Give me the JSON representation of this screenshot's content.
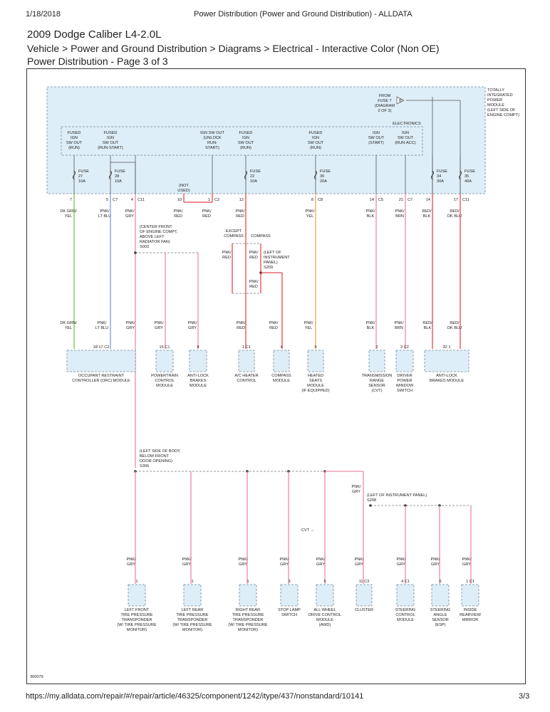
{
  "header": {
    "date": "1/18/2018",
    "title": "Power Distribution (Power and Ground Distribution) - ALLDATA"
  },
  "page": {
    "vehicle": "2009 Dodge Caliber L4-2.0L",
    "breadcrumb": "Vehicle > Power and Ground Distribution > Diagrams > Electrical - Interactive Color (Non OE)",
    "subtitle": "Power Distribution - Page 3 of 3"
  },
  "footer": {
    "url": "https://my.alldata.com/repair/#/repair/article/46325/component/1242/itype/437/nonstandard/10141",
    "page": "3/3"
  },
  "diagram": {
    "figure_id": "300079",
    "tipm_label": [
      "TOTALLY",
      "INTEGRATED",
      "POWER",
      "MODULE",
      "(LEFT SIDE OF",
      "ENGINE COMPT)"
    ],
    "from_fuse": [
      "FROM",
      "FUSE 7",
      "(DIAGRAM",
      "2 OF 3)"
    ],
    "from_fuse_arrow": "B",
    "electronics": "ELECTRONICS",
    "internal_labels": [
      [
        "FUSED",
        "IGN",
        "SW OUT",
        "(RUN)"
      ],
      [
        "FUSED",
        "IGN",
        "SW OUT",
        "(RUN-START)"
      ],
      [
        "IGN SW OUT",
        "(UNLOCK",
        "RUN-",
        "START)"
      ],
      [
        "FUSED",
        "IGN",
        "SW OUT",
        "(RUN)"
      ],
      [
        "FUSED",
        "IGN",
        "SW OUT",
        "(RUN)"
      ],
      [
        "IGN",
        "SW OUT",
        "(START)"
      ],
      [
        "IGN",
        "SW OUT",
        "(RUN-ACC)"
      ]
    ],
    "fuses": [
      [
        "FUSE",
        "27",
        "10A"
      ],
      [
        "FUSE",
        "28",
        "10A"
      ],
      [
        "FUSE",
        "22",
        "10A"
      ],
      [
        "FUSE",
        "30",
        "20A"
      ],
      [
        "FUSE",
        "34",
        "30A"
      ],
      [
        "FUSE",
        "35",
        "40A"
      ]
    ],
    "not_used": [
      "(NOT",
      "USED)"
    ],
    "pins": [
      {
        "pin": "7",
        "conn": ""
      },
      {
        "pin": "5",
        "conn": "C7"
      },
      {
        "pin": "4",
        "conn": "C11"
      },
      {
        "pin": "10",
        "conn": ""
      },
      {
        "pin": "1",
        "conn": "C2"
      },
      {
        "pin": "12",
        "conn": ""
      },
      {
        "pin": "8",
        "conn": "C8"
      },
      {
        "pin": "14",
        "conn": "C5"
      },
      {
        "pin": "21",
        "conn": "C7"
      },
      {
        "pin": "14",
        "conn": ""
      },
      {
        "pin": "17",
        "conn": "C11"
      }
    ],
    "wire_labels_top": [
      [
        "DK GRN/",
        "YEL"
      ],
      [
        "PNK/",
        "LT BLU"
      ],
      [
        "PNK/",
        "GRY"
      ],
      [
        "PNK/",
        "RED"
      ],
      [
        "PNK/",
        "RED"
      ],
      [
        "PNK/",
        "RED"
      ],
      [
        "PNK/",
        "YEL"
      ],
      [
        "PNK/",
        "BLK"
      ],
      [
        "PNK/",
        "BRN"
      ],
      [
        "RED/",
        "BLK"
      ],
      [
        "RED/",
        "DK BLU"
      ]
    ],
    "splice_s003": [
      "(CENTER FRONT",
      "OF ENGINE COMPT,",
      "ABOVE LEFT",
      "RADIATOR FAN)",
      "S003"
    ],
    "except_compass": [
      "EXCEPT",
      "COMPASS"
    ],
    "compass": "COMPASS",
    "wire_pnk_red": [
      "PNK/",
      "RED"
    ],
    "splice_s209": [
      "(LEFT OF",
      "INSTRUMENT",
      "PANEL)",
      "S209"
    ],
    "wire_labels_mid": [
      [
        "DK GRN/",
        "YEL"
      ],
      [
        "PNK/",
        "LT BLU"
      ],
      [
        "PNK/",
        "GRY"
      ],
      [
        "PNK/",
        "GRY"
      ],
      [
        "PNK/",
        "GRY"
      ],
      [
        "PNK/",
        "RED"
      ],
      [
        "PNK/",
        "RED"
      ],
      [
        "PNK/",
        "YEL"
      ],
      [
        "PNK/",
        "BLK"
      ],
      [
        "PNK/",
        "BRN"
      ],
      [
        "RED/",
        "BLK"
      ],
      [
        "RED/",
        "DK BLU"
      ]
    ],
    "row1_modules": [
      {
        "pins": "18   17  C2",
        "name": [
          "OCCUPANT RESTRAINT",
          "CONTROLLER (ORC) MODULE"
        ]
      },
      {
        "pins": "15  C1",
        "name": [
          "POWERTRAIN",
          "CONTROL",
          "MODULE"
        ]
      },
      {
        "pins": "8",
        "name": [
          "ANTI-LOCK",
          "BRAKES",
          "MODULE"
        ]
      },
      {
        "pins": "1  C1",
        "name": [
          "A/C HEATER",
          "CONTROL"
        ]
      },
      {
        "pins": "4",
        "name": [
          "COMPASS",
          "MODULE"
        ]
      },
      {
        "pins": "5",
        "name": [
          "HEATED",
          "SEATS",
          "MODULE",
          "(IF EQUIPPED)"
        ]
      },
      {
        "pins": "2",
        "name": [
          "TRANSMISSION",
          "RANGE",
          "SENSOR",
          "(CVT)"
        ]
      },
      {
        "pins": "2  C2",
        "name": [
          "DRIVER",
          "POWER",
          "WINDOW",
          "SWITCH"
        ]
      },
      {
        "pins": "32        1",
        "name": [
          "ANTI-LOCK",
          "BRAKES MODULE"
        ]
      }
    ],
    "splice_s306": [
      "(LEFT SIDE OF BODY,",
      "BELOW FRONT",
      "DOOR OPENING)",
      "S306"
    ],
    "wire_pnk_gry": [
      "PNK/",
      "GRY"
    ],
    "splice_s208": [
      "(LEFT OF INSTRUMENT PANEL)",
      "S208"
    ],
    "cvt": "CVT",
    "row2_modules": [
      {
        "pins": "1",
        "name": [
          "LEFT FRONT",
          "TIRE PRESSURE",
          "TRANSPONDER",
          "(W/ TIRE PRESSURE",
          "MONITOR)"
        ]
      },
      {
        "pins": "1",
        "name": [
          "LEFT REAR",
          "TIRE PRESSURE",
          "TRANSPONDER",
          "(W/ TIRE PRESSURE",
          "MONITOR)"
        ]
      },
      {
        "pins": "1",
        "name": [
          "RIGHT REAR",
          "TIRE PRESSURE",
          "TRANSPONDER",
          "(W/ TIRE PRESSURE",
          "MONITOR)"
        ]
      },
      {
        "pins": "3",
        "name": [
          "STOP LAMP",
          "SWITCH"
        ]
      },
      {
        "pins": "5",
        "name": [
          "ALL WHEEL",
          "DRIVE CONTROL",
          "MODULE",
          "(AWD)"
        ]
      },
      {
        "pins": "11  C3",
        "name": [
          "CLUSTER"
        ]
      },
      {
        "pins": "4  C1",
        "name": [
          "STEERING",
          "CONTROL",
          "MODULE"
        ]
      },
      {
        "pins": "6",
        "name": [
          "STEERING",
          "ANGLE",
          "SENSOR",
          "(ESP)"
        ]
      },
      {
        "pins": "1  C1",
        "name": [
          "INSIDE",
          "REARVIEW",
          "MIRROR"
        ]
      }
    ],
    "colors": {
      "green": "#7cc04b",
      "blue": "#7f9fd6",
      "pink": "#f08aa6",
      "red": "#e8484d",
      "orange": "#f2a65a",
      "box_fill": "#deeef8",
      "box_stroke": "#6e8a9c"
    }
  }
}
